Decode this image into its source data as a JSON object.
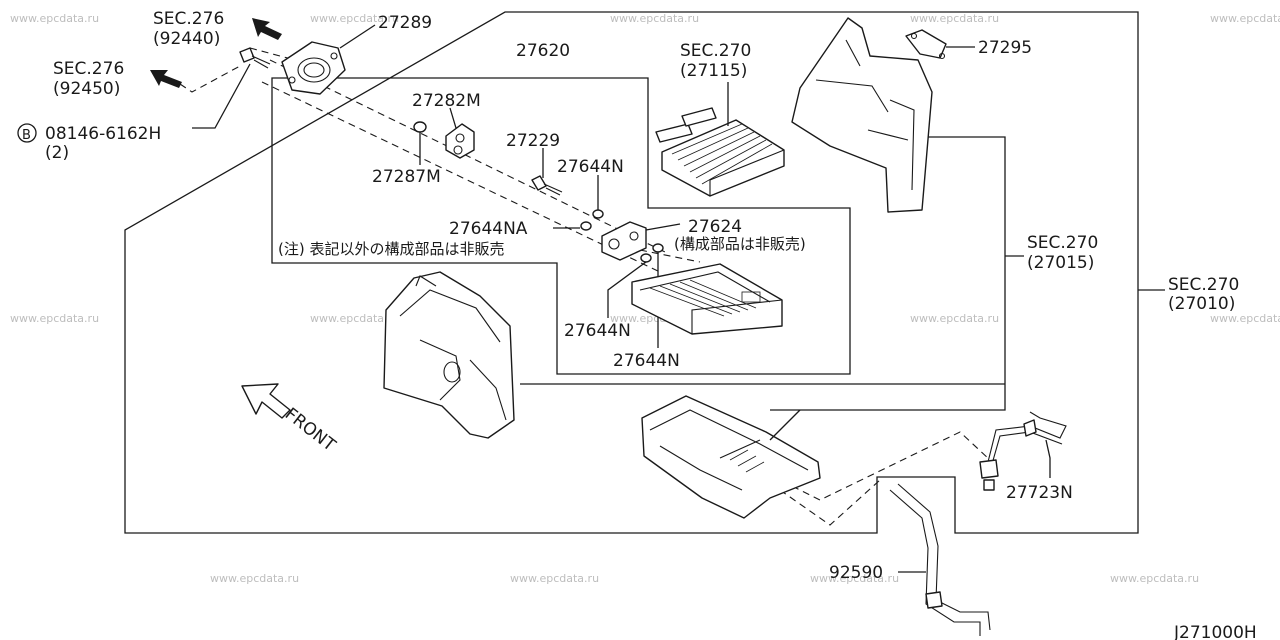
{
  "watermark": "www.epcdata.ru",
  "labels": {
    "sec276_a": "SEC.276",
    "sec276_a_code": "(92440)",
    "p27289": "27289",
    "sec276_b": "SEC.276",
    "sec276_b_code": "(92450)",
    "bolt_mark": "B",
    "bolt_num": "08146-6162H",
    "bolt_qty": "(2)",
    "p27620": "27620",
    "p27282m": "27282M",
    "p27287m": "27287M",
    "p27229": "27229",
    "p27644n_top": "27644N",
    "p27644na": "27644NA",
    "note": "(注) 表記以外の構成部品は非販売",
    "p27624": "27624",
    "p27624_note": "(構成部品は非販売)",
    "p27644n_mid": "27644N",
    "p27644n_low": "27644N",
    "sec270_heater": "SEC.270",
    "sec270_heater_code": "(27115)",
    "p27295": "27295",
    "sec270_case": "SEC.270",
    "sec270_case_code": "(27015)",
    "sec270_assy": "SEC.270",
    "sec270_assy_code": "(27010)",
    "front": "FRONT",
    "p27723n": "27723N",
    "p92590": "92590",
    "diagram_id": "J271000H"
  }
}
